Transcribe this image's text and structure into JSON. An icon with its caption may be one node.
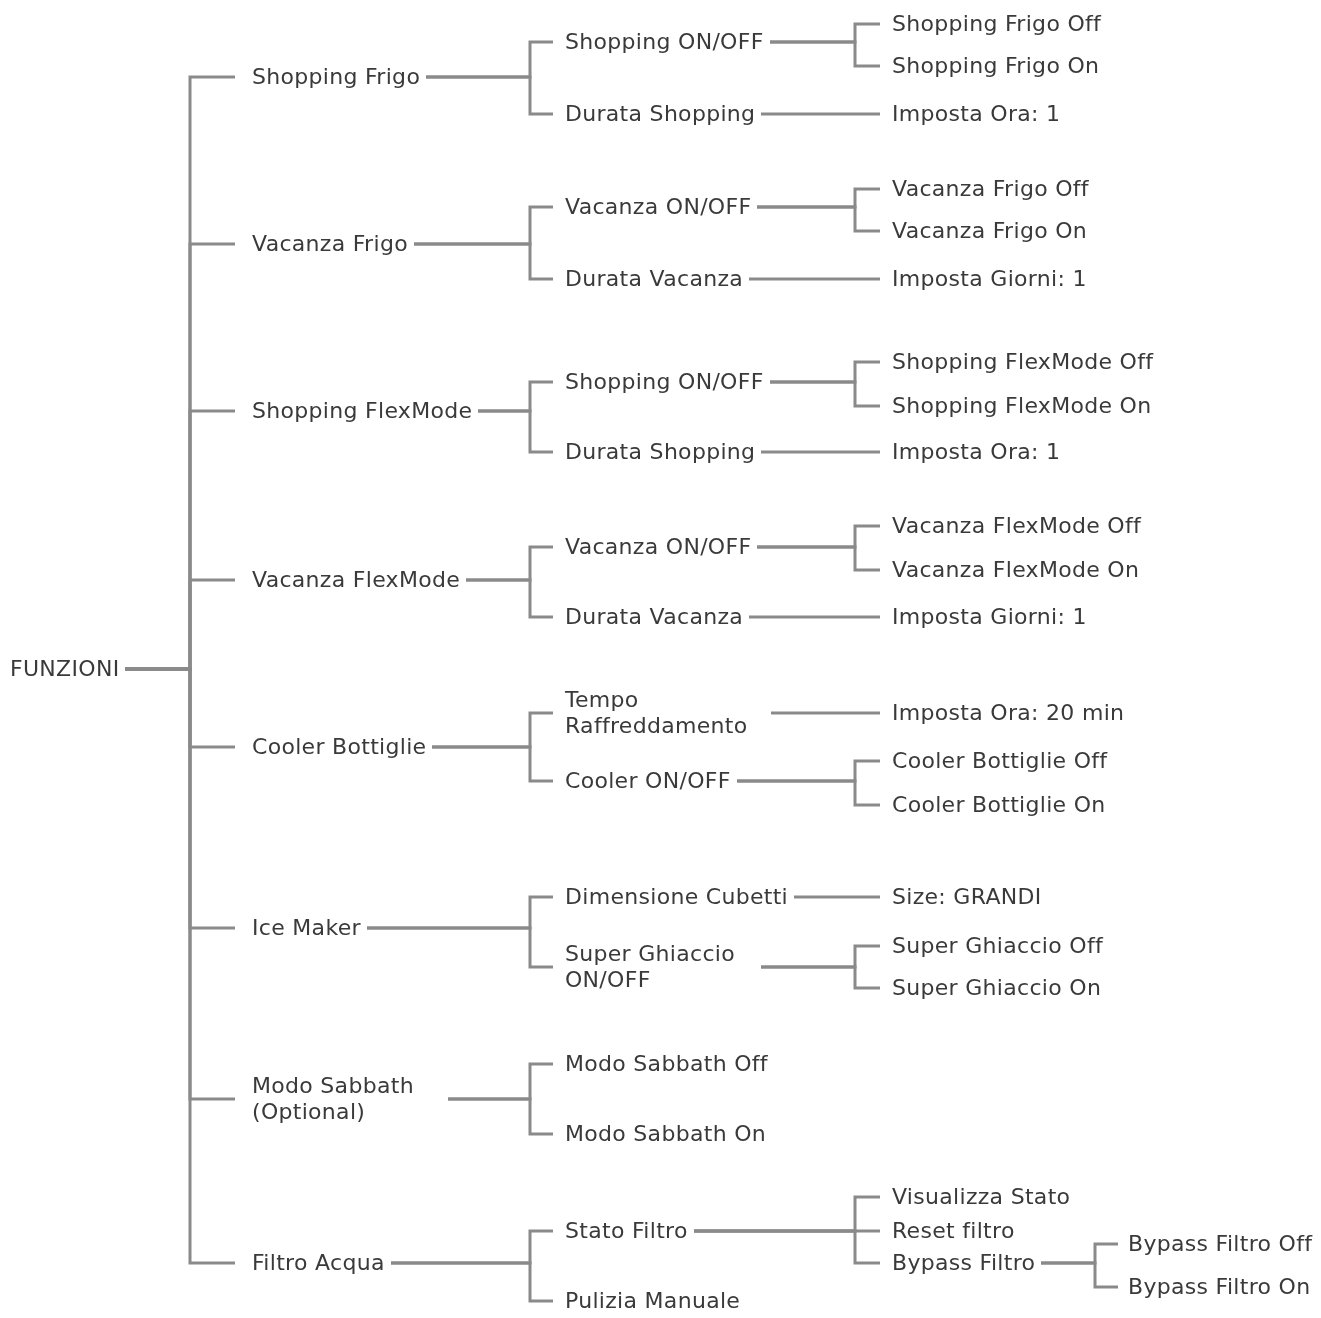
{
  "diagram": {
    "nodes": [
      {
        "text": [
          "FUNZIONI"
        ]
      },
      {
        "text": [
          "Shopping Frigo"
        ]
      },
      {
        "text": [
          "Shopping ON/OFF"
        ]
      },
      {
        "text": [
          "Shopping Frigo Off"
        ]
      },
      {
        "text": [
          "Shopping Frigo On"
        ]
      },
      {
        "text": [
          "Durata Shopping"
        ]
      },
      {
        "text": [
          "Imposta Ora: 1"
        ]
      },
      {
        "text": [
          "Vacanza Frigo"
        ]
      },
      {
        "text": [
          "Vacanza ON/OFF"
        ]
      },
      {
        "text": [
          "Vacanza Frigo Off"
        ]
      },
      {
        "text": [
          "Vacanza Frigo On"
        ]
      },
      {
        "text": [
          "Durata Vacanza"
        ]
      },
      {
        "text": [
          "Imposta Giorni: 1"
        ]
      },
      {
        "text": [
          "Shopping FlexMode"
        ]
      },
      {
        "text": [
          "Shopping ON/OFF"
        ]
      },
      {
        "text": [
          "Shopping FlexMode Off"
        ]
      },
      {
        "text": [
          "Shopping FlexMode On"
        ]
      },
      {
        "text": [
          "Durata Shopping"
        ]
      },
      {
        "text": [
          "Imposta Ora: 1"
        ]
      },
      {
        "text": [
          "Vacanza FlexMode"
        ]
      },
      {
        "text": [
          "Vacanza ON/OFF"
        ]
      },
      {
        "text": [
          "Vacanza FlexMode Off"
        ]
      },
      {
        "text": [
          "Vacanza FlexMode On"
        ]
      },
      {
        "text": [
          "Durata Vacanza"
        ]
      },
      {
        "text": [
          "Imposta Giorni: 1"
        ]
      },
      {
        "text": [
          "Cooler Bottiglie"
        ]
      },
      {
        "text": [
          "Tempo Raffreddamento"
        ]
      },
      {
        "text": [
          "Imposta Ora: 20 min"
        ]
      },
      {
        "text": [
          "Cooler ON/OFF"
        ]
      },
      {
        "text": [
          "Cooler Bottiglie Off"
        ]
      },
      {
        "text": [
          "Cooler Bottiglie On"
        ]
      },
      {
        "text": [
          "Ice Maker"
        ]
      },
      {
        "text": [
          "Dimensione Cubetti"
        ]
      },
      {
        "text": [
          "Size: GRANDI"
        ]
      },
      {
        "text": [
          "Super Ghiaccio ON/OFF"
        ]
      },
      {
        "text": [
          "Super Ghiaccio Off"
        ]
      },
      {
        "text": [
          "Super Ghiaccio On"
        ]
      },
      {
        "text": [
          "Modo Sabbath (Optional)"
        ]
      },
      {
        "text": [
          "Modo Sabbath Off"
        ]
      },
      {
        "text": [
          "Modo Sabbath On"
        ]
      },
      {
        "text": [
          "Filtro Acqua"
        ]
      },
      {
        "text": [
          "Stato Filtro"
        ]
      },
      {
        "text": [
          "Visualizza Stato"
        ]
      },
      {
        "text": [
          "Reset filtro"
        ]
      },
      {
        "text": [
          "Bypass Filtro"
        ]
      },
      {
        "text": [
          "Bypass Filtro Off"
        ]
      },
      {
        "text": [
          "Bypass Filtro On"
        ]
      },
      {
        "text": [
          "Pulizia Manuale"
        ]
      }
    ],
    "edges": [
      {
        "from": 0,
        "to": 1,
        "arrow": "none"
      },
      {
        "from": 0,
        "to": 7,
        "arrow": "none"
      },
      {
        "from": 0,
        "to": 13,
        "arrow": "none"
      },
      {
        "from": 0,
        "to": 19,
        "arrow": "none"
      },
      {
        "from": 0,
        "to": 25,
        "arrow": "none"
      },
      {
        "from": 0,
        "to": 31,
        "arrow": "none"
      },
      {
        "from": 0,
        "to": 37,
        "arrow": "none"
      },
      {
        "from": 0,
        "to": 40,
        "arrow": "none"
      },
      {
        "from": 1,
        "to": 2,
        "arrow": "none"
      },
      {
        "from": 1,
        "to": 5,
        "arrow": "none"
      },
      {
        "from": 2,
        "to": 3,
        "arrow": "none"
      },
      {
        "from": 2,
        "to": 4,
        "arrow": "none"
      },
      {
        "from": 5,
        "to": 6,
        "arrow": "none"
      },
      {
        "from": 7,
        "to": 8,
        "arrow": "none"
      },
      {
        "from": 7,
        "to": 11,
        "arrow": "none"
      },
      {
        "from": 8,
        "to": 9,
        "arrow": "none"
      },
      {
        "from": 8,
        "to": 10,
        "arrow": "none"
      },
      {
        "from": 11,
        "to": 12,
        "arrow": "none"
      },
      {
        "from": 13,
        "to": 14,
        "arrow": "none"
      },
      {
        "from": 13,
        "to": 17,
        "arrow": "none"
      },
      {
        "from": 14,
        "to": 15,
        "arrow": "none"
      },
      {
        "from": 14,
        "to": 16,
        "arrow": "none"
      },
      {
        "from": 17,
        "to": 18,
        "arrow": "none"
      },
      {
        "from": 19,
        "to": 20,
        "arrow": "none"
      },
      {
        "from": 19,
        "to": 23,
        "arrow": "none"
      },
      {
        "from": 20,
        "to": 21,
        "arrow": "none"
      },
      {
        "from": 20,
        "to": 22,
        "arrow": "none"
      },
      {
        "from": 23,
        "to": 24,
        "arrow": "none"
      },
      {
        "from": 25,
        "to": 26,
        "arrow": "none"
      },
      {
        "from": 25,
        "to": 28,
        "arrow": "none"
      },
      {
        "from": 26,
        "to": 27,
        "arrow": "none"
      },
      {
        "from": 28,
        "to": 29,
        "arrow": "none"
      },
      {
        "from": 28,
        "to": 30,
        "arrow": "none"
      },
      {
        "from": 31,
        "to": 32,
        "arrow": "none"
      },
      {
        "from": 31,
        "to": 34,
        "arrow": "none"
      },
      {
        "from": 32,
        "to": 33,
        "arrow": "none"
      },
      {
        "from": 34,
        "to": 35,
        "arrow": "none"
      },
      {
        "from": 34,
        "to": 36,
        "arrow": "none"
      },
      {
        "from": 37,
        "to": 38,
        "arrow": "none"
      },
      {
        "from": 37,
        "to": 39,
        "arrow": "none"
      },
      {
        "from": 40,
        "to": 41,
        "arrow": "none"
      },
      {
        "from": 40,
        "to": 47,
        "arrow": "none"
      },
      {
        "from": 41,
        "to": 42,
        "arrow": "none"
      },
      {
        "from": 41,
        "to": 43,
        "arrow": "none"
      },
      {
        "from": 41,
        "to": 44,
        "arrow": "none"
      },
      {
        "from": 44,
        "to": 45,
        "arrow": "none"
      },
      {
        "from": 44,
        "to": 46,
        "arrow": "none"
      }
    ]
  }
}
